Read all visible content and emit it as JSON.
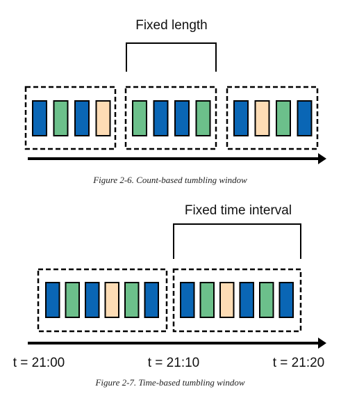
{
  "colors": {
    "blue": "#0a66b5",
    "green": "#6cc08b",
    "orange": "#fddcb5",
    "ink": "#000000"
  },
  "figure1": {
    "bracket_label": "Fixed length",
    "caption": "Figure 2-6. Count-based tumbling window",
    "windows": [
      [
        "blue",
        "green",
        "blue",
        "orange"
      ],
      [
        "green",
        "blue",
        "blue",
        "green"
      ],
      [
        "blue",
        "orange",
        "green",
        "blue"
      ]
    ]
  },
  "figure2": {
    "bracket_label": "Fixed time interval",
    "caption": "Figure 2-7. Time-based tumbling window",
    "windows": [
      [
        "blue",
        "green",
        "blue",
        "orange",
        "green",
        "blue"
      ],
      [
        "blue",
        "green",
        "orange",
        "blue",
        "green",
        "blue"
      ]
    ],
    "time_labels": [
      "t = 21:00",
      "t = 21:10",
      "t = 21:20"
    ]
  }
}
